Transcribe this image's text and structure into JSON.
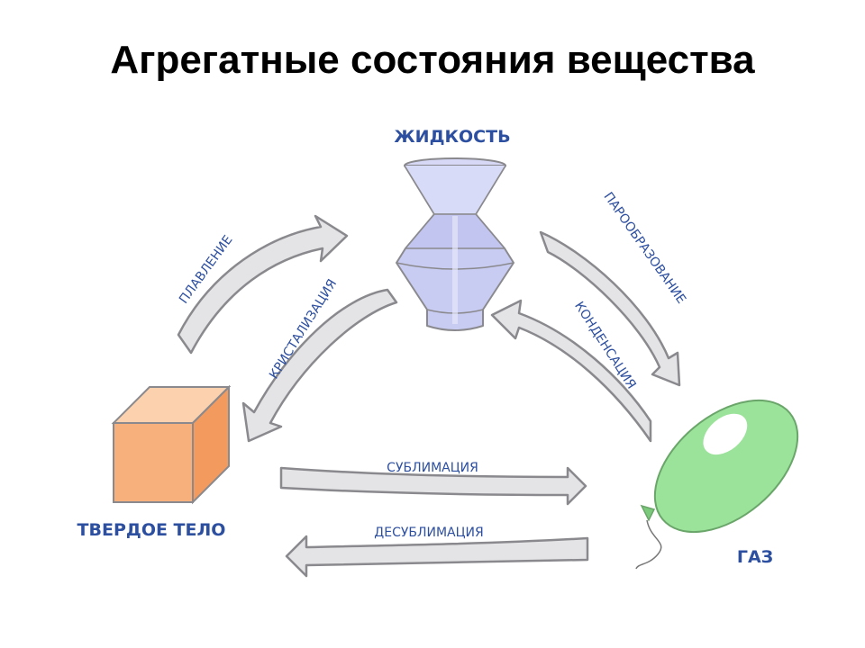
{
  "title": "Агрегатные состояния вещества",
  "states": {
    "liquid": "ЖИДКОСТЬ",
    "solid": "ТВЕРДОЕ ТЕЛО",
    "gas": "ГАЗ"
  },
  "transitions": {
    "melting": "ПЛАВЛЕНИЕ",
    "crystallization": "КРИСТАЛИЗАЦИЯ",
    "vaporization": "ПАРООБРАЗОВАНИЕ",
    "condensation": "КОНДЕНСАЦИЯ",
    "sublimation": "СУБЛИМАЦИЯ",
    "desublimation": "ДЕСУБЛИМАЦИЯ"
  },
  "colors": {
    "label": "#2d4fa0",
    "arrow_fill": "#e4e4e6",
    "arrow_stroke": "#8a8a8e",
    "vase": "#c9ccf2",
    "cube_front": "#f7b07c",
    "balloon": "#9be29a"
  },
  "icons": {
    "liquid": "vase-icon",
    "solid": "cube-icon",
    "gas": "balloon-icon"
  }
}
